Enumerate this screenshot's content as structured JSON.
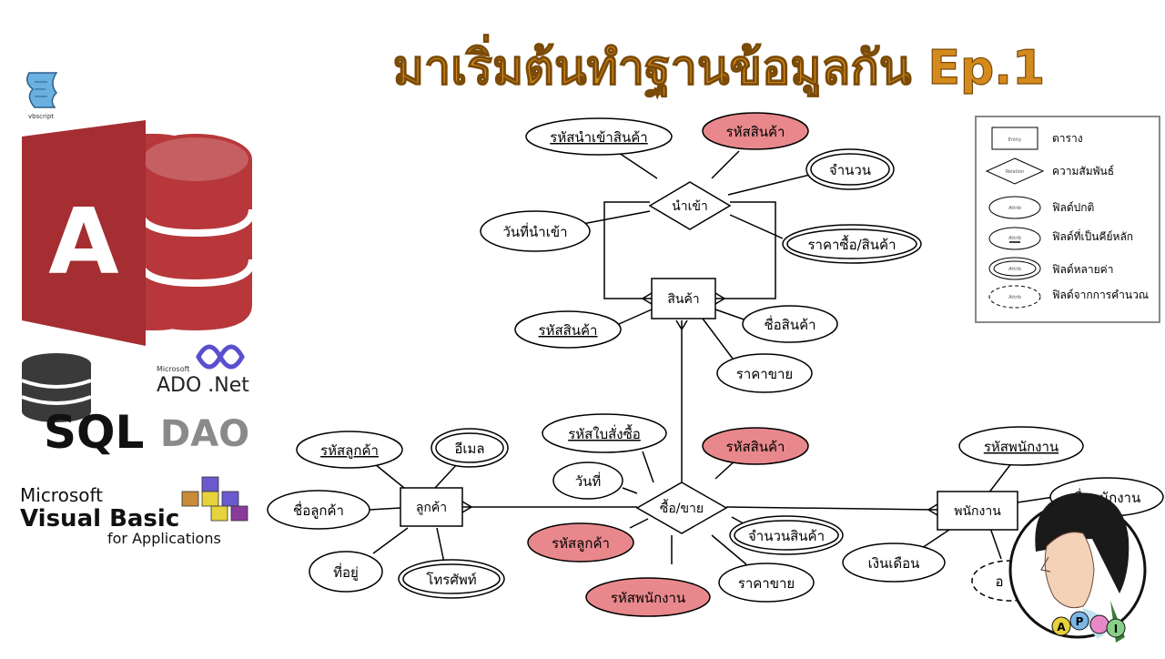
{
  "title": "มาเริ่มต้นทำฐานข้อมูลกัน Ep.1",
  "colors": {
    "title": "#d48a1c",
    "key_fill": "#e8888c",
    "access_red": "#b7373a",
    "access_dark": "#8f2326",
    "dark_gray": "#3a3a3a",
    "ado_blue": "#5a4fcf"
  },
  "logos": {
    "vbscript": "vbscript",
    "microsoft_small": "Microsoft",
    "ado_net": "ADO .Net",
    "sql": "SQL",
    "dao": "DAO",
    "microsoft": "Microsoft",
    "visual_basic": "Visual Basic",
    "for_applications": "for Applications",
    "api_letters": [
      "A",
      "P",
      "I"
    ]
  },
  "legend": {
    "items": [
      {
        "key": "table",
        "sample": "Entity",
        "label": "ตาราง"
      },
      {
        "key": "relationship",
        "sample": "Relation",
        "label": "ความสัมพันธ์"
      },
      {
        "key": "attribute",
        "sample": "Attrib",
        "label": "ฟิลด์ปกติ"
      },
      {
        "key": "key_attribute",
        "sample": "Attrib",
        "label": "ฟิลด์ที่เป็นคีย์หลัก"
      },
      {
        "key": "multivalued",
        "sample": "Attrib",
        "label": "ฟิลด์หลายค่า"
      },
      {
        "key": "derived",
        "sample": "Attrib",
        "label": "ฟิลด์จากการคำนวณ"
      }
    ]
  },
  "entities": {
    "product": "สินค้า",
    "customer": "ลูกค้า",
    "employee": "พนักงาน"
  },
  "relationships": {
    "import": "นำเข้า",
    "buy_sell": "ซื้อ/ขาย"
  },
  "attributes": {
    "import_id": "รหัสนำเข้าสินค้า",
    "import_product_id": "รหัสสินค้า",
    "import_qty": "จำนวน",
    "import_date": "วันที่นำเข้า",
    "import_price": "ราคาซื้อ/สินค้า",
    "product_id": "รหัสสินค้า",
    "product_name": "ชื่อสินค้า",
    "product_price": "ราคาขาย",
    "order_id": "รหัสใบสั่งซื้อ",
    "order_product_id": "รหัสสินค้า",
    "order_date": "วันที่",
    "order_customer_id": "รหัสลูกค้า",
    "order_employee_id": "รหัสพนักงาน",
    "order_qty": "จำนวนสินค้า",
    "order_price": "ราคาขาย",
    "customer_id": "รหัสลูกค้า",
    "customer_email": "อีเมล",
    "customer_name": "ชื่อลูกค้า",
    "customer_address": "ที่อยู่",
    "customer_phone": "โทรศัพท์",
    "employee_id": "รหัสพนักงาน",
    "employee_name": "ชื่อพนักงาน",
    "employee_salary": "เงินเดือน",
    "employee_derived_partial": "อ"
  }
}
